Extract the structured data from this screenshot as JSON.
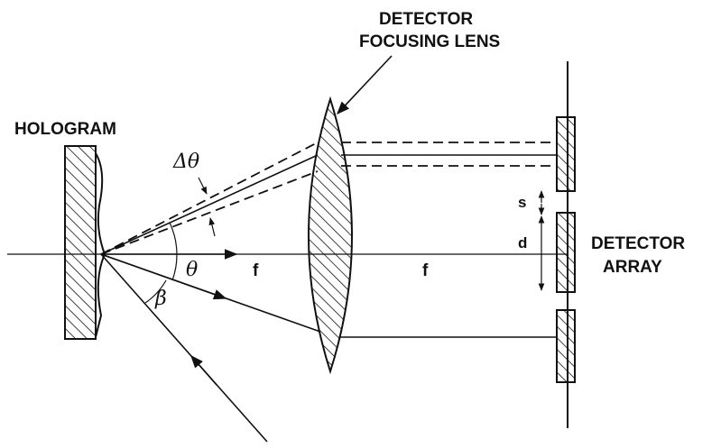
{
  "labels": {
    "hologram": "HOLOGRAM",
    "lens_line1": "DETECTOR",
    "lens_line2": "FOCUSING LENS",
    "array_line1": "DETECTOR",
    "array_line2": "ARRAY",
    "delta_theta": "Δθ",
    "theta": "θ",
    "beta": "β",
    "f_left": "f",
    "f_right": "f",
    "s": "s",
    "d": "d"
  },
  "colors": {
    "ink": "#111111",
    "background": "#ffffff"
  }
}
